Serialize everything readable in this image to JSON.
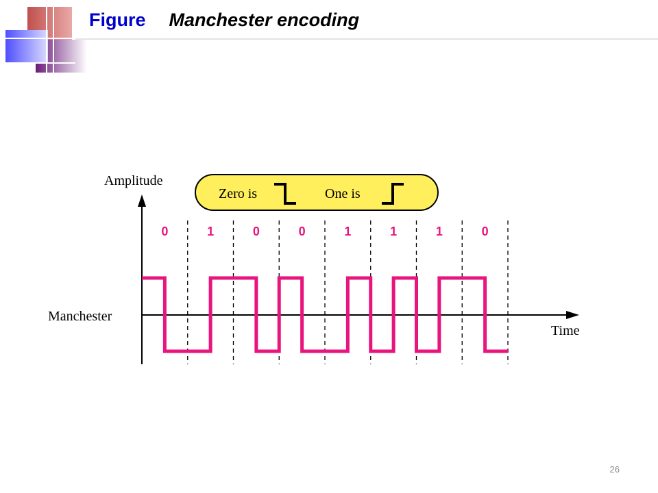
{
  "slide": {
    "title_prefix": "Figure",
    "title": "Manchester encoding",
    "page_number": "26",
    "accent_colors": [
      "#c0504d",
      "#7030a0",
      "#5b5bff",
      "#0000cc"
    ]
  },
  "diagram": {
    "y_axis_label": "Amplitude",
    "x_axis_label": "Time",
    "signal_label": "Manchester",
    "legend": {
      "zero_label": "Zero is",
      "one_label": "One is",
      "zero_symbol": "high-to-low transition",
      "one_symbol": "low-to-high transition",
      "fill_color": "#ffef5c"
    },
    "bits": [
      "0",
      "1",
      "0",
      "0",
      "1",
      "1",
      "1",
      "0"
    ],
    "signal_color": "#e8157e",
    "bit_color": "#e8157e"
  }
}
